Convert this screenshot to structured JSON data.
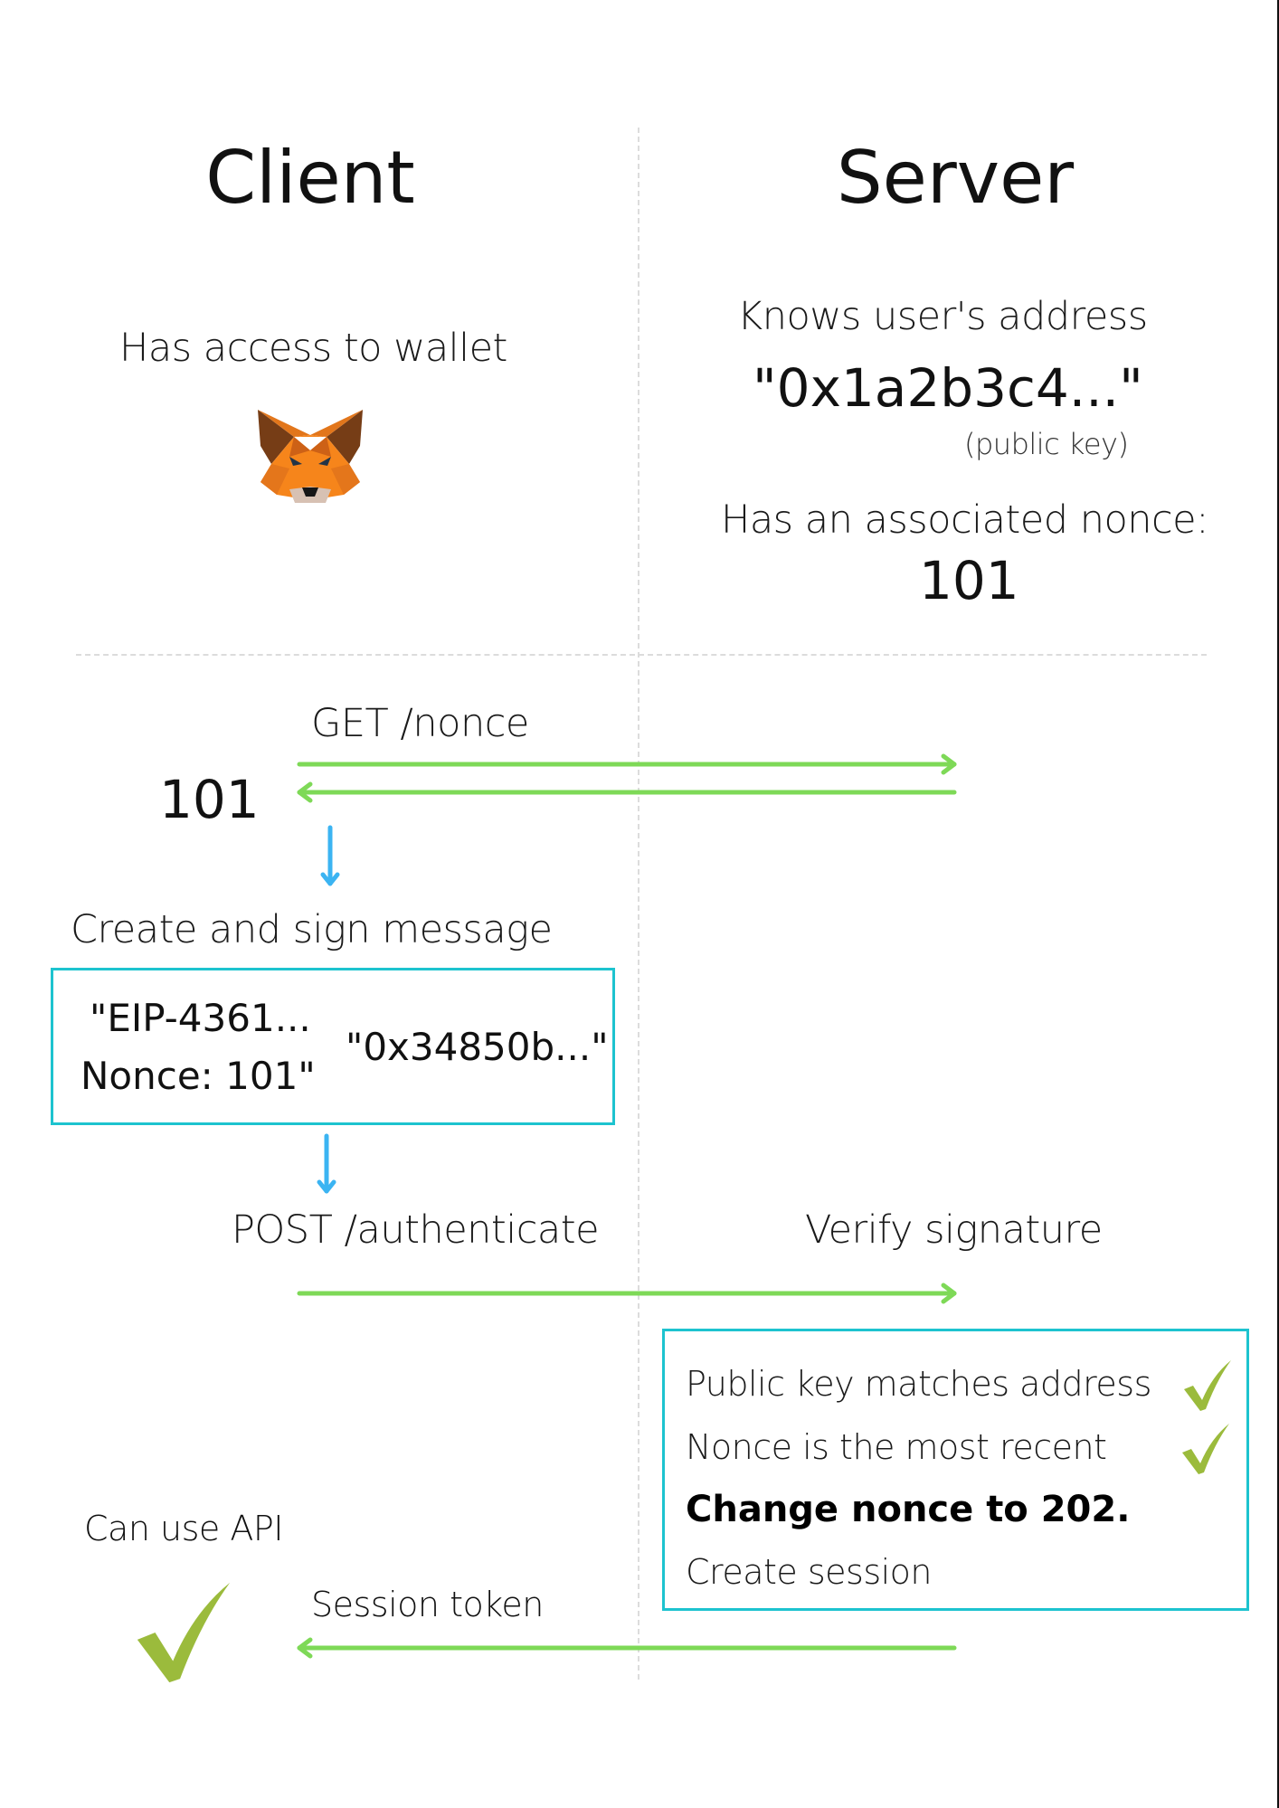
{
  "columns": {
    "client": "Client",
    "server": "Server"
  },
  "client": {
    "wallet_label": "Has access to wallet",
    "wallet_icon": "metamask-fox-icon",
    "received_nonce": "101",
    "sign_label": "Create and sign message",
    "message": {
      "line1": "\"EIP-4361...",
      "line2": "Nonce: 101\"",
      "signature": "\"0x34850b...\""
    },
    "result_label": "Can use API",
    "result_icon": "checkmark-icon"
  },
  "server": {
    "address_label": "Knows user's address",
    "address": "\"0x1a2b3c4...\"",
    "address_note": "(public key)",
    "nonce_label": "Has an associated nonce:",
    "nonce": "101",
    "verify_label": "Verify signature",
    "checks": [
      {
        "text": "Public key matches address",
        "passed": true
      },
      {
        "text": "Nonce is the most recent",
        "passed": true
      }
    ],
    "change_nonce": "Change nonce to 202.",
    "create_session": "Create session"
  },
  "messages": {
    "get_nonce": "GET /nonce",
    "post_auth": "POST /authenticate",
    "session_token": "Session token"
  },
  "colors": {
    "request_arrow": "#7ed957",
    "local_arrow": "#3bb4f2",
    "box_border": "#1dc3cf",
    "check": "#9bbb3c",
    "divider": "#dcdcdc"
  }
}
